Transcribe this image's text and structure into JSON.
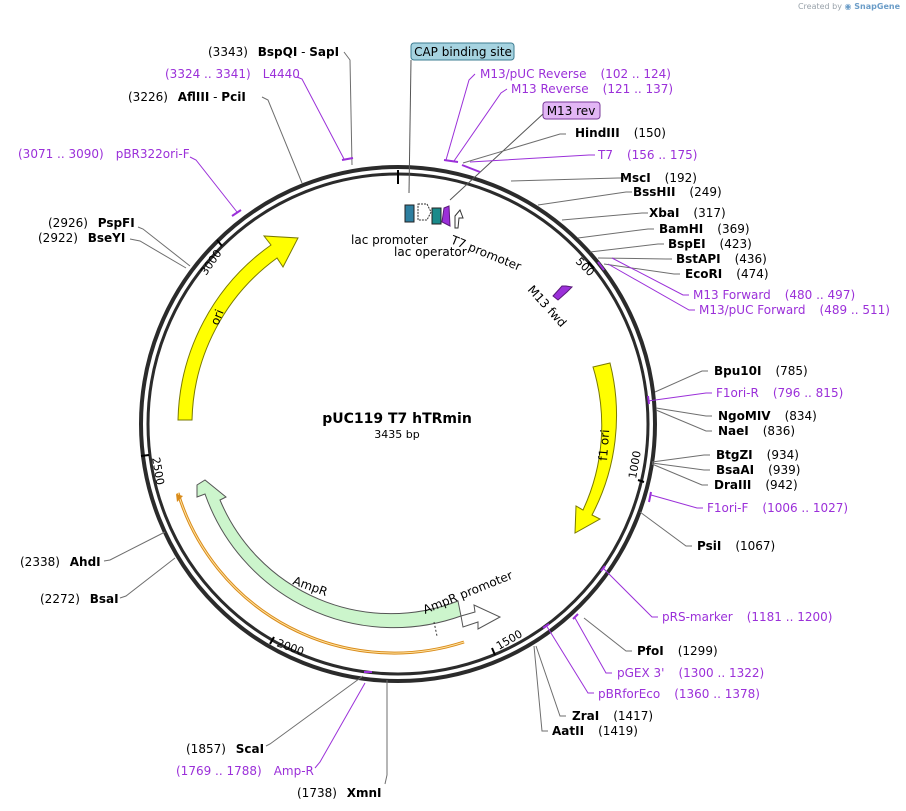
{
  "header": {
    "credit_prefix": "Created by",
    "credit_brand": "SnapGene"
  },
  "plasmid": {
    "name": "pUC119 T7 hTRmin",
    "length": "3435 bp"
  },
  "colors": {
    "backbone": "#2b2b2b",
    "enzyme_text": "#000000",
    "primer": "#9b30d9",
    "feature_yellow": "#ffff00",
    "feature_ampr": "#ccf5cc",
    "orange_track": "#d98b1a",
    "cap_fill": "#a6d3e0",
    "m13rev_fill": "#e2b6f5",
    "lac_blue": "#2e7fa0",
    "lac_teal": "#1a8a8a"
  },
  "ticks": [
    "500",
    "1000",
    "1500",
    "2000",
    "2500",
    "3000"
  ],
  "enzymes": [
    {
      "name": "BspQI",
      "sep": " - ",
      "name2": "SapI",
      "pos": "(3343)"
    },
    {
      "name": "AflIII",
      "sep": " - ",
      "name2": "PciI",
      "pos": "(3226)"
    },
    {
      "name": "PspFI",
      "pos": "(2926)"
    },
    {
      "name": "BseYI",
      "pos": "(2922)"
    },
    {
      "name": "AhdI",
      "pos": "(2338)"
    },
    {
      "name": "BsaI",
      "pos": "(2272)"
    },
    {
      "name": "ScaI",
      "pos": "(1857)"
    },
    {
      "name": "XmnI",
      "pos": "(1738)"
    },
    {
      "name": "HindIII",
      "pos": "(150)"
    },
    {
      "name": "MscI",
      "pos": "(192)"
    },
    {
      "name": "BssHII",
      "pos": "(249)"
    },
    {
      "name": "XbaI",
      "pos": "(317)"
    },
    {
      "name": "BamHI",
      "pos": "(369)"
    },
    {
      "name": "BspEI",
      "pos": "(423)"
    },
    {
      "name": "BstAPI",
      "pos": "(436)"
    },
    {
      "name": "EcoRI",
      "pos": "(474)"
    },
    {
      "name": "Bpu10I",
      "pos": "(785)"
    },
    {
      "name": "NgoMIV",
      "pos": "(834)"
    },
    {
      "name": "NaeI",
      "pos": "(836)"
    },
    {
      "name": "BtgZI",
      "pos": "(934)"
    },
    {
      "name": "BsaAI",
      "pos": "(939)"
    },
    {
      "name": "DraIII",
      "pos": "(942)"
    },
    {
      "name": "PsiI",
      "pos": "(1067)"
    },
    {
      "name": "PfoI",
      "pos": "(1299)"
    },
    {
      "name": "ZraI",
      "pos": "(1417)"
    },
    {
      "name": "AatII",
      "pos": "(1419)"
    }
  ],
  "primers": [
    {
      "name": "L4440",
      "range": "(3324 .. 3341)"
    },
    {
      "name": "pBR322ori-F",
      "range": "(3071 .. 3090)"
    },
    {
      "name": "Amp-R",
      "range": "(1769 .. 1788)"
    },
    {
      "name": "M13/pUC Reverse",
      "range": "(102 .. 124)"
    },
    {
      "name": "M13 Reverse",
      "range": "(121 .. 137)"
    },
    {
      "name": "T7",
      "range": "(156 .. 175)"
    },
    {
      "name": "M13 Forward",
      "range": "(480 .. 497)"
    },
    {
      "name": "M13/pUC Forward",
      "range": "(489 .. 511)"
    },
    {
      "name": "F1ori-R",
      "range": "(796 .. 815)"
    },
    {
      "name": "F1ori-F",
      "range": "(1006 .. 1027)"
    },
    {
      "name": "pRS-marker",
      "range": "(1181 .. 1200)"
    },
    {
      "name": "pGEX 3'",
      "range": "(1300 .. 1322)"
    },
    {
      "name": "pBRforEco",
      "range": "(1360 .. 1378)"
    }
  ],
  "boxes": {
    "cap": "CAP binding site",
    "m13rev": "M13 rev"
  },
  "features": {
    "lac_promoter": "lac promoter",
    "lac_operator": "lac operator",
    "t7_promoter": "T7 promoter",
    "m13_fwd": "M13 fwd",
    "ori": "ori",
    "f1_ori": "f1 ori",
    "ampr": "AmpR",
    "ampr_promoter": "AmpR promoter"
  }
}
